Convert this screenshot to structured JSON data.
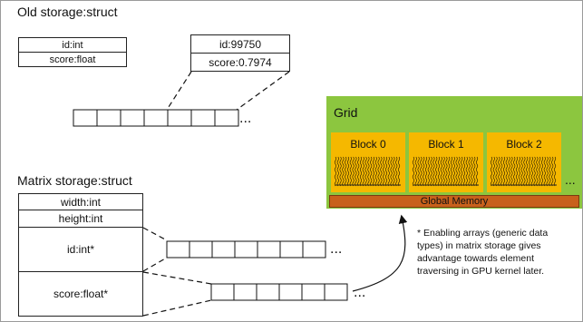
{
  "old_storage": {
    "title": "Old storage:struct",
    "fields": [
      "id:int",
      "score:float"
    ],
    "instance": [
      "id:99750",
      "score:0.7974"
    ],
    "array_ellipsis": "..."
  },
  "matrix_storage": {
    "title": "Matrix storage:struct",
    "fields": [
      "width:int",
      "height:int",
      "id:int*",
      "score:float*"
    ],
    "array_ellipsis": "..."
  },
  "grid": {
    "title": "Grid",
    "blocks": [
      "Block 0",
      "Block 1",
      "Block 2"
    ],
    "ellipsis": "...",
    "memory_label": "Global Memory",
    "colors": {
      "grid_bg": "#8cc63f",
      "block_bg": "#f5b800",
      "memory_bg": "#c8611c"
    }
  },
  "note": {
    "lines": [
      "* Enabling arrays (generic data",
      "types) in matrix storage gives",
      "advantage towards element",
      "traversing in GPU kernel later."
    ]
  }
}
